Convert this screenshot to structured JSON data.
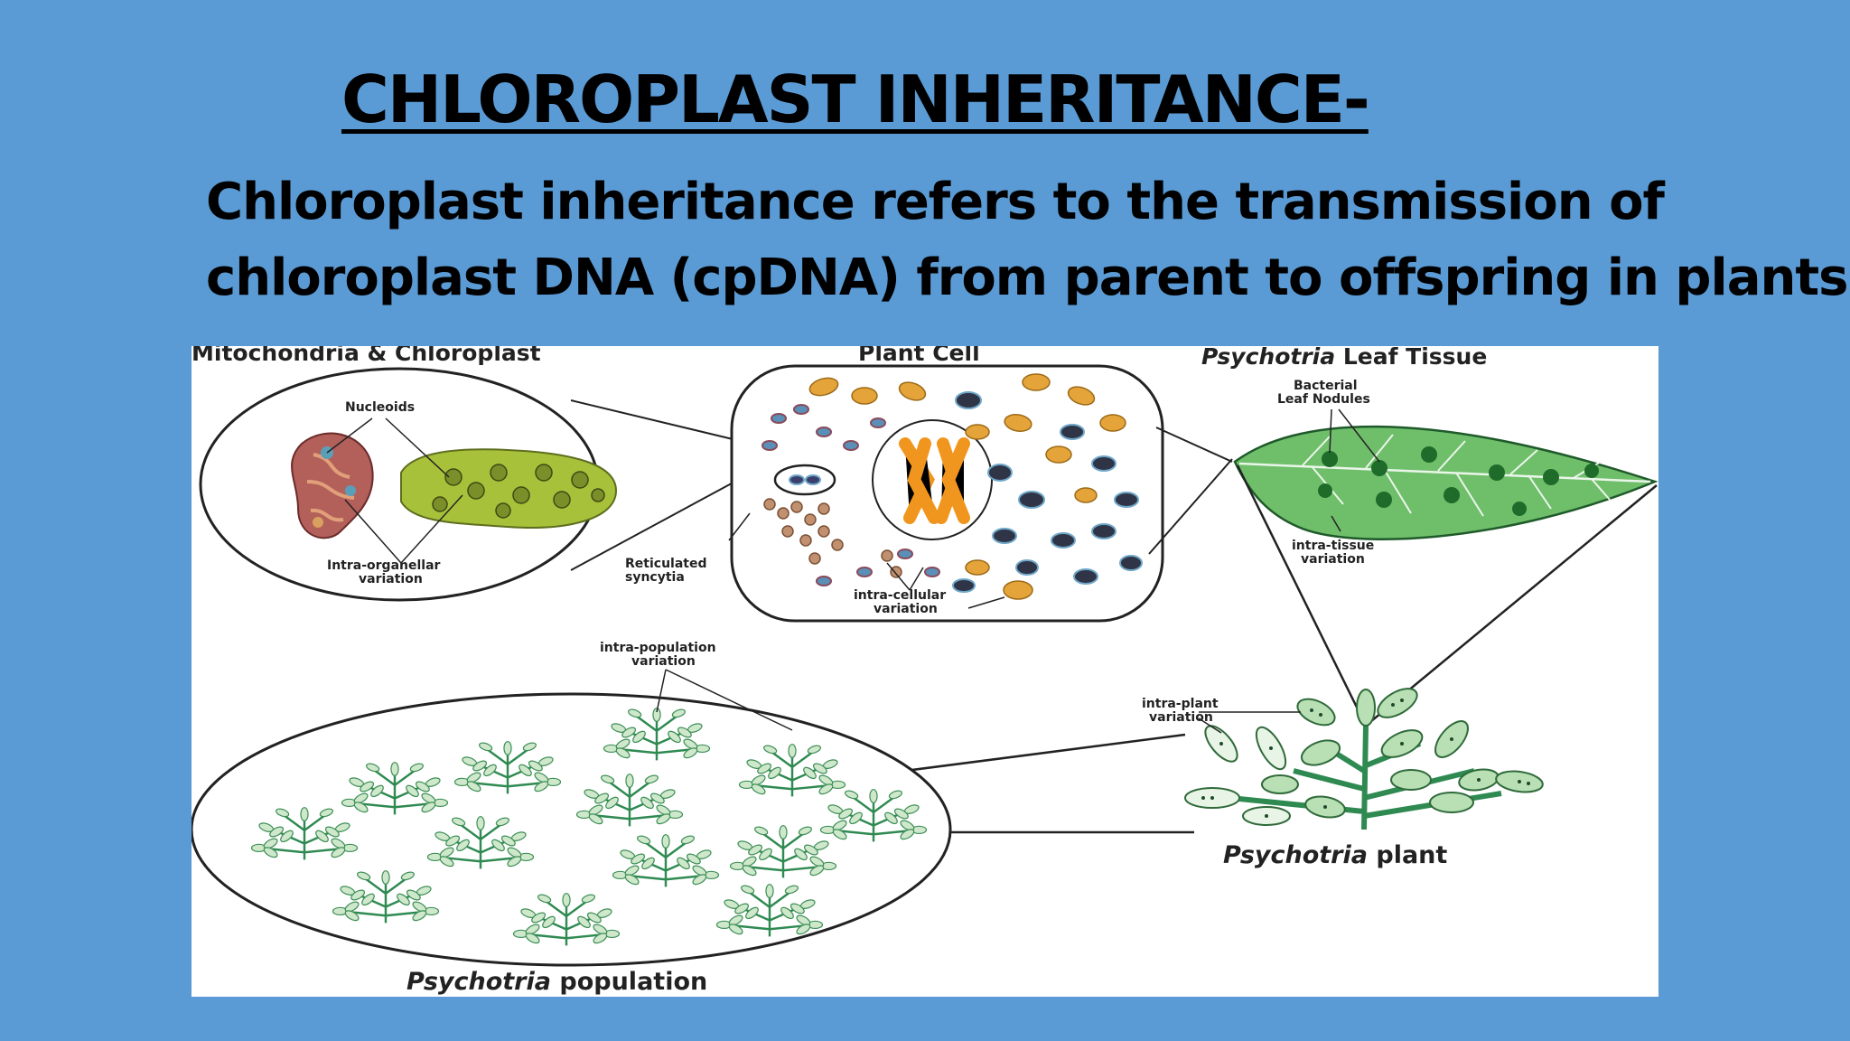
{
  "slide": {
    "title": "CHLOROPLAST INHERITANCE-",
    "body_line1": "Chloroplast inheritance refers to the transmission of",
    "body_line2": "chloroplast DNA (cpDNA) from parent to offspring in plants."
  },
  "figure": {
    "heading_mito": "Mitochondria & Chloroplast",
    "heading_cell": "Plant Cell",
    "heading_leaf_italic": "Psychotria",
    "heading_leaf_rest": " Leaf Tissue",
    "nucleoids": "Nucleoids",
    "intra_organellar_1": "Intra-organellar",
    "intra_organellar_2": "variation",
    "reticulated_1": "Reticulated",
    "reticulated_2": "syncytia",
    "intra_cellular_1": "intra-cellular",
    "intra_cellular_2": "variation",
    "bacterial_1": "Bacterial",
    "bacterial_2": "Leaf Nodules",
    "intra_tissue_1": "intra-tissue",
    "intra_tissue_2": "variation",
    "intra_population_1": "intra-population",
    "intra_population_2": "variation",
    "intra_plant_1": "intra-plant",
    "intra_plant_2": "variation",
    "plant_italic": "Psychotria",
    "plant_rest": " plant",
    "population_italic": "Psychotria",
    "population_rest": " population"
  },
  "colors": {
    "background": "#5b9bd5",
    "chloroplast_green": "#a7c23a",
    "mitochondria_red": "#b3605a",
    "chromosome_orange": "#f0961e",
    "leaf_green": "#6fbe6a"
  }
}
